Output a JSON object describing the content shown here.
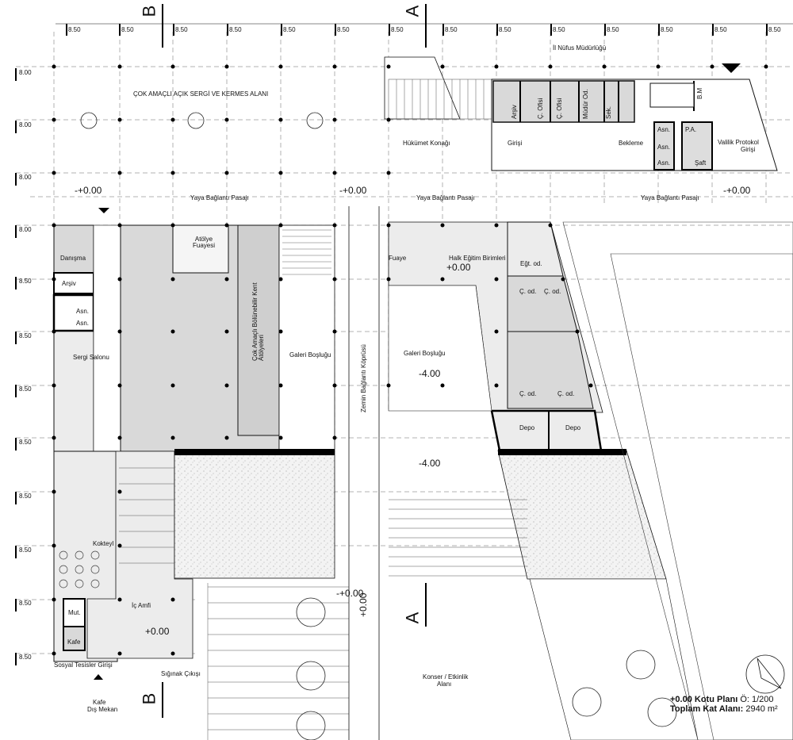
{
  "grid": {
    "column_labels": [
      "8.50",
      "8.50",
      "8.50",
      "8.50",
      "8.50",
      "8.50",
      "8.50",
      "8.50",
      "8.50",
      "8.50",
      "8.50",
      "8.50",
      "8.50",
      "8.50"
    ],
    "row_labels": [
      "8.00",
      "8.00",
      "8.00",
      "8.00",
      "8.50",
      "8.50",
      "8.50",
      "8.50",
      "8.50",
      "8.50",
      "8.50",
      "8.50"
    ]
  },
  "section_marks": {
    "b_top": "B",
    "b_bottom": "B",
    "a_top": "A",
    "a_bottom": "A"
  },
  "labels": {
    "il_nufus": "İl Nüfus Müdürlüğü",
    "cok_amacli_sergi": "ÇOK AMAÇLI AÇIK SERGİ VE KERMES ALANI",
    "hukumet_konagi": "Hükümet Konağı",
    "giris": "Girişi",
    "bekleme": "Bekleme",
    "valilik": "Valilik Protokol",
    "valilik2": "Girişi",
    "arsiv_top": "Arşiv",
    "c_ofisi1": "Ç. Ofisi",
    "c_ofisi2": "Ç. Ofisi",
    "mudur_od": "Müdür Od.",
    "sek": "Sek.",
    "bm": "B.M",
    "asn_top1": "Asn.",
    "asn_top2": "Asn.",
    "asn_top3": "Asn.",
    "pa": "P.A.",
    "saft": "Şaft",
    "yaya1": "Yaya Bağlantı Pasajı",
    "yaya2": "Yaya Bağlantı Pasajı",
    "yaya3": "Yaya Bağlantı Pasajı",
    "danisma": "Danışma",
    "arsiv": "Arşiv",
    "asn1": "Asn.",
    "asn2": "Asn.",
    "atolye_fuayesi": "Atölye Fuayesi",
    "sergi_salonu": "Sergi Salonu",
    "kent_atolyeleri": "Çok Amaçlı Bölünebilir Kent Atölyeleri",
    "galeri_boslugu1": "Galeri Boşluğu",
    "zemin_kopru": "Zemin Bağlantı Köprüsü",
    "fuaye": "Fuaye",
    "halk_egitim": "Halk Eğitim Birimleri",
    "egt_od": "Eğt. od.",
    "c_od1": "Ç. od.",
    "c_od2": "Ç. od.",
    "c_od3": "Ç. od.",
    "c_od4": "Ç. od.",
    "galeri_boslugu2": "Galeri Boşluğu",
    "depo1": "Depo",
    "depo2": "Depo",
    "kokteyl": "Kokteyl",
    "ic_amfi": "İç Amfi",
    "mut": "Mut.",
    "kafe": "Kafe",
    "sosyal_tesisler": "Sosyal Tesisler Girişi",
    "siginak": "Sığınak Çıkışı",
    "kafe_dis": "Kafe",
    "kafe_dis2": "Dış Mekan",
    "konser": "Konser / Etkinlik",
    "konser2": "Alanı"
  },
  "levels": {
    "l1": "-+0.00",
    "l2": "-+0.00",
    "l3": "-+0.00",
    "l4": "+0.00",
    "l5": "-4.00",
    "l6": "-4.00",
    "l7": "+0.00",
    "l8": "-+0.00",
    "l9": "+0.00"
  },
  "title_block": {
    "plan_name": "+0.00 Kotu Planı",
    "scale": "Ö: 1/200",
    "area_label": "Toplam Kat Alanı:",
    "area_value": "2940 m²"
  },
  "colors": {
    "line": "#111111",
    "fill_gray": "#d9d9d9",
    "fill_light": "#ececec",
    "wall": "#000000"
  }
}
